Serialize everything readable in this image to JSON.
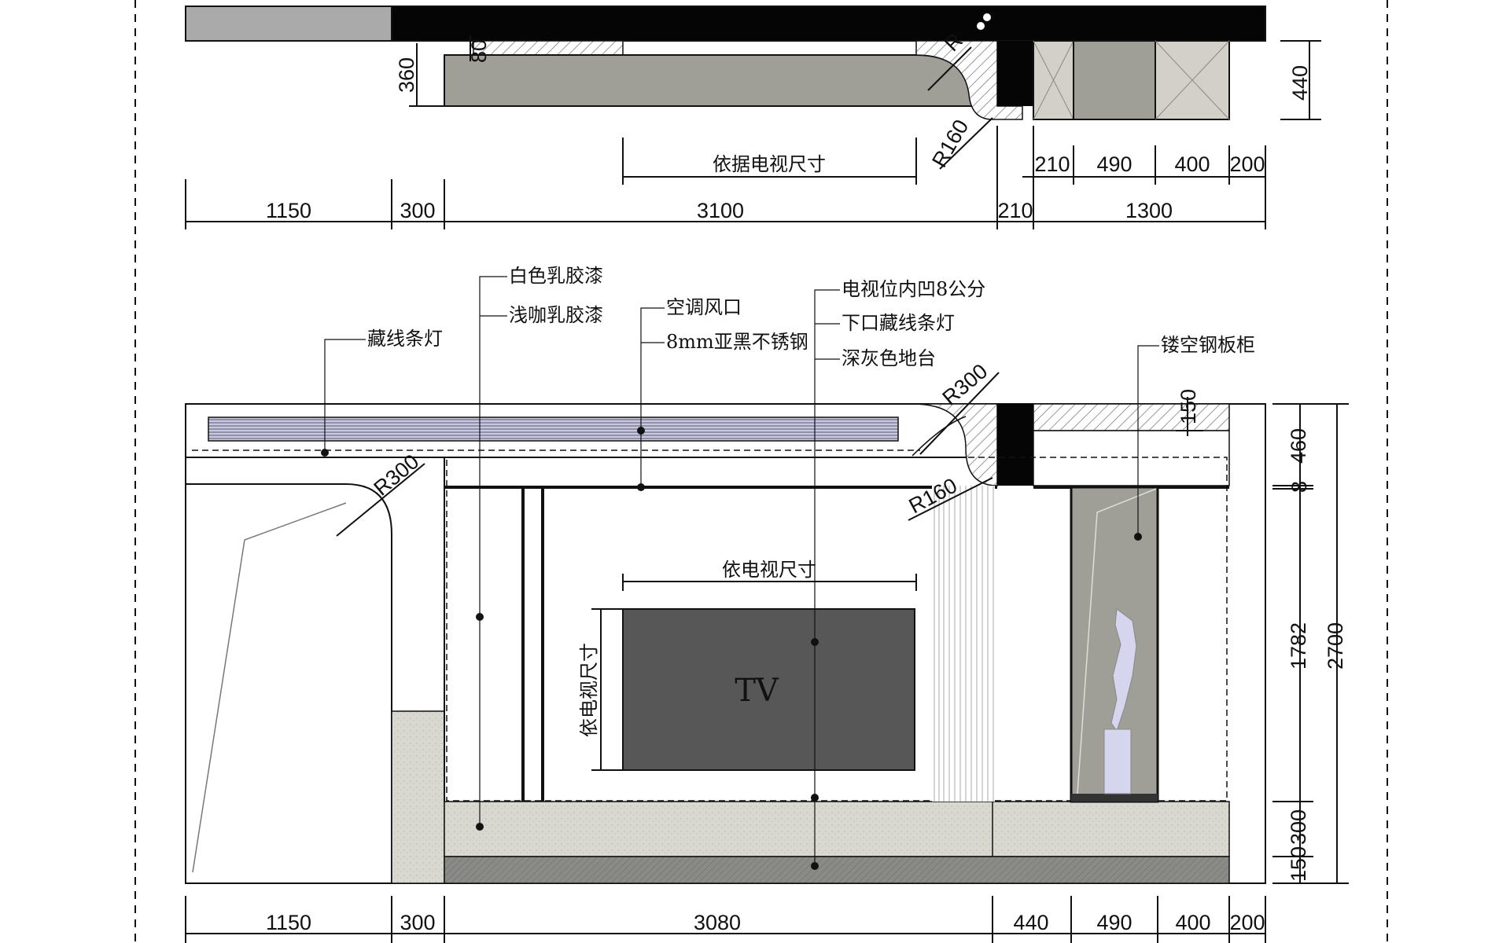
{
  "plan_dims": {
    "tv_size_note": "依据电视尺寸",
    "bottom_row": [
      "1150",
      "300",
      "3100",
      "210",
      "1300"
    ],
    "cabinet_row": [
      "210",
      "490",
      "400",
      "200"
    ],
    "left_360": "360",
    "left_80": "80",
    "right_440": "440",
    "r160": "R160",
    "r_top": "R"
  },
  "elevation_dims": {
    "bottom_row": [
      "1150",
      "300",
      "3080",
      "440",
      "490",
      "400",
      "200"
    ],
    "right_150_top": "150",
    "right_460": "460",
    "right_8": "8",
    "right_1782": "1782",
    "right_2700": "2700",
    "right_300": "300",
    "right_150_bottom": "150",
    "r300_left": "R300",
    "r300_right": "R300",
    "r160": "R160",
    "tv_width_note": "依电视尺寸",
    "tv_height_note": "依电视尺寸",
    "tv_label": "TV"
  },
  "callouts": {
    "white_latex": "白色乳胶漆",
    "light_coffee_latex": "浅咖乳胶漆",
    "hidden_strip_light_left": "藏线条灯",
    "ac_vent": "空调风口",
    "matte_black_steel": "8mm亚黑不锈钢",
    "tv_recess": "电视位内凹8公分",
    "lower_strip_light": "下口藏线条灯",
    "dark_grey_platform": "深灰色地台",
    "perforated_cabinet": "镂空钢板柜"
  }
}
